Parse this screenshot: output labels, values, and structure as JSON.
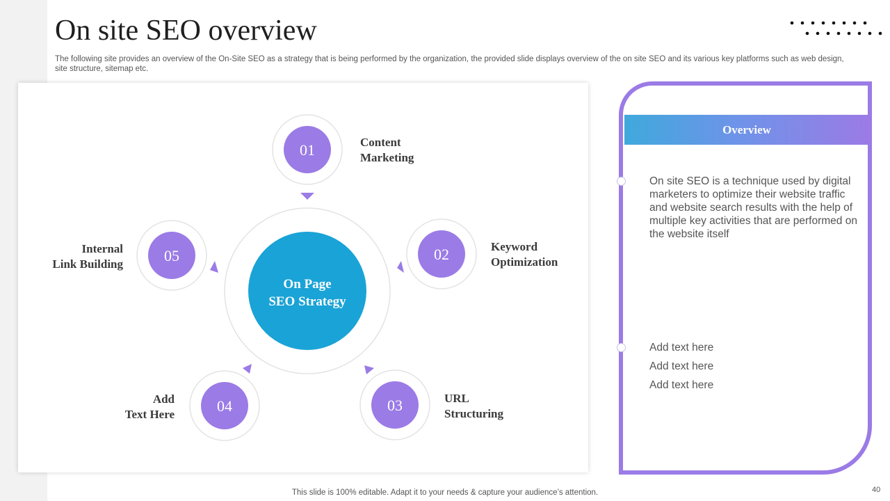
{
  "slide": {
    "title": "On site SEO overview",
    "subtitle": "The following site provides an overview of the On-Site SEO as a strategy that is being performed by the organization, the provided slide displays overview of the on site SEO and its various key platforms such as web design, site structure, sitemap etc.",
    "footer": "This slide is 100% editable. Adapt it to your needs & capture your audience’s attention.",
    "page_number": "40"
  },
  "diagram": {
    "center": {
      "line1": "On Page",
      "line2": "SEO Strategy"
    },
    "items": [
      {
        "number": "01",
        "line1": "Content",
        "line2": "Marketing"
      },
      {
        "number": "02",
        "line1": "Keyword",
        "line2": "Optimization"
      },
      {
        "number": "03",
        "line1": "URL",
        "line2": "Structuring"
      },
      {
        "number": "04",
        "line1": "Add",
        "line2": "Text Here"
      },
      {
        "number": "05",
        "line1": "Internal",
        "line2": "Link Building"
      }
    ]
  },
  "overview": {
    "header": "Overview",
    "description": "On site SEO is a technique used by digital marketers to optimize their website traffic and website search results with the help of multiple key activities that are performed on the website itself",
    "add_items": [
      "Add text here",
      "Add text here",
      "Add text here"
    ]
  },
  "colors": {
    "accent_purple": "#9b7be6",
    "center_blue": "#1aa3d6",
    "text_dark": "#3a3a3a"
  }
}
